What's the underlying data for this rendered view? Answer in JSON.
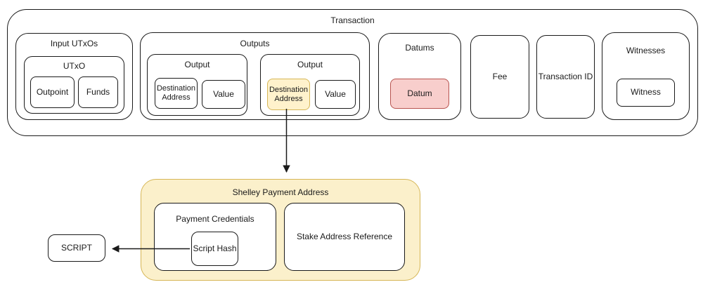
{
  "colors": {
    "highlight_fill": "#FFF2CC",
    "highlight_stroke": "#D6B656",
    "datum_fill": "#F8CECC",
    "datum_stroke": "#B85450",
    "line": "#1a1a1a",
    "background": "#FFFFFF"
  },
  "transaction": {
    "title": "Transaction",
    "input_utxos": {
      "title": "Input UTxOs",
      "utxo": {
        "title": "UTxO",
        "outpoint_label": "Outpoint",
        "funds_label": "Funds"
      }
    },
    "outputs": {
      "title": "Outputs",
      "items": [
        {
          "title": "Output",
          "destination_address_label": "Destination Address",
          "value_label": "Value",
          "highlighted": false
        },
        {
          "title": "Output",
          "destination_address_label": "Destination Address",
          "value_label": "Value",
          "highlighted": true
        }
      ]
    },
    "datums": {
      "title": "Datums",
      "datum_label": "Datum"
    },
    "fee_label": "Fee",
    "transaction_id_label": "Transaction ID",
    "witnesses": {
      "title": "Witnesses",
      "witness_label": "Witness"
    }
  },
  "shelley_payment_address": {
    "title": "Shelley Payment Address",
    "payment_credentials": {
      "title": "Payment Credentials",
      "script_hash_label": "Script Hash"
    },
    "stake_address_reference_label": "Stake Address Reference"
  },
  "script_label": "SCRIPT",
  "arrows": [
    {
      "from": "highlighted-destination-address",
      "to": "shelley-payment-address"
    },
    {
      "from": "script-hash",
      "to": "script"
    }
  ]
}
